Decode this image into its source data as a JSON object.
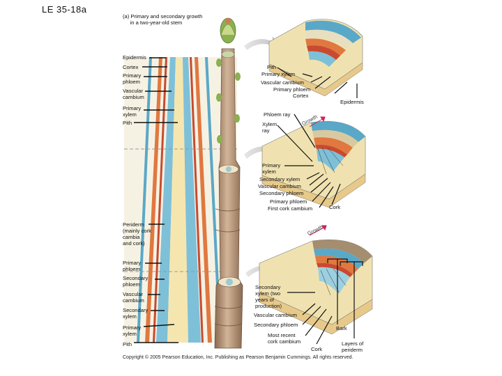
{
  "header": {
    "slide_title": "LE 35-18a",
    "figure_title": "(a) Primary and secondary growth\n     in a two-year-old stem"
  },
  "left_labels": {
    "epidermis": "Epidermis",
    "cortex": "Cortex",
    "primary_phloem": "Primary\nphloem",
    "vascular_cambium": "Vascular\ncambium",
    "primary_xylem": "Primary\nxylem",
    "pith": "Pith",
    "periderm": "Periderm\n(mainly cork\ncambia\nand cork)",
    "primary_phloem_2": "Primary\nphloem",
    "secondary_phloem": "Secondary\nphloem",
    "vascular_cambium_2": "Vascular\ncambium",
    "secondary_xylem": "Secondary\nxylem",
    "primary_xylem_2": "Primary\nxylem",
    "pith_2": "Pith"
  },
  "wedge1_labels": {
    "pith": "Pith",
    "primary_xylem": "Primary xylem",
    "vascular_cambium": "Vascular cambium",
    "primary_phloem": "Primary phloem",
    "cortex": "Cortex",
    "epidermis": "Epidermis"
  },
  "wedge2_labels": {
    "phloem_ray": "Phloem ray",
    "xylem_ray": "Xylem\nray",
    "growth": "Growth",
    "primary_xylem": "Primary\nxylem",
    "secondary_xylem": "Secondary xylem",
    "vascular_cambium": "Vascular cambium",
    "secondary_phloem": "Secondary phloem",
    "primary_phloem": "Primary phloem",
    "first_cork_cambium": "First cork cambium",
    "cork": "Cork"
  },
  "wedge3_labels": {
    "growth": "Growth",
    "secondary_xylem": "Secondary\nxylem (two\nyears of\nproduction)",
    "vascular_cambium": "Vascular cambium",
    "secondary_phloem": "Secondary phloem",
    "most_recent_cork_cambium": "Most recent\ncork cambium",
    "cork": "Cork",
    "bark": "Bark",
    "layers_of_periderm": "Layers of\nperiderm"
  },
  "footer": {
    "copyright": "Copyright © 2005 Pearson Education, Inc. Publishing as Pearson Benjamin Cummings. All rights reserved."
  },
  "colors": {
    "epidermis": "#5aa8c8",
    "cortex": "#e8dfc0",
    "phloem": "#e07840",
    "cambium": "#c84a30",
    "xylem": "#7ec0d8",
    "pith": "#f3e3a8",
    "bark": "#b89676",
    "bud": "#8ab050"
  }
}
